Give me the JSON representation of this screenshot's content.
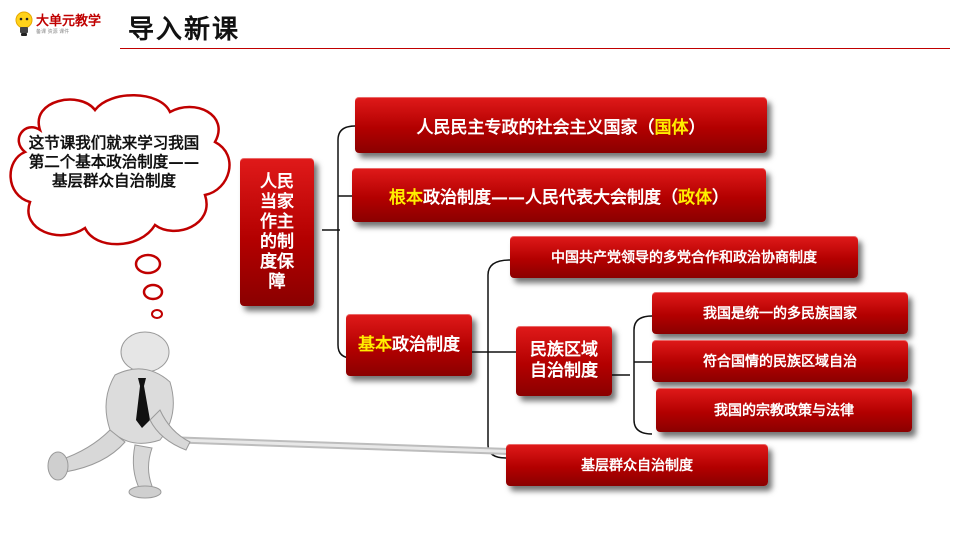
{
  "header": {
    "logo_text": "大单元教学",
    "logo_sub": "备课 资源 课件",
    "title": "导入新课"
  },
  "bubble": {
    "text": "这节课我们就来学习我国第二个基本政治制度——基层群众自治制度"
  },
  "diagram": {
    "root": "人民当家作主的制度保障",
    "state_system": {
      "text": "人民民主专政的社会主义国家（",
      "hl": "国体",
      "tail": "）"
    },
    "fundamental": {
      "hl": "根本",
      "text": "政治制度——人民代表大会制度（",
      "hl2": "政体",
      "tail": "）"
    },
    "basic": {
      "hl": "基本",
      "text": "政治制度"
    },
    "cpc_system": "中国共产党领导的多党合作和政治协商制度",
    "regional": "民族区域自治制度",
    "regional_items": [
      "我国是统一的多民族国家",
      "符合国情的民族区域自治",
      "我国的宗教政策与法律"
    ],
    "grassroots": "基层群众自治制度"
  },
  "colors": {
    "accent": "#c00000",
    "highlight": "#ffee00"
  }
}
